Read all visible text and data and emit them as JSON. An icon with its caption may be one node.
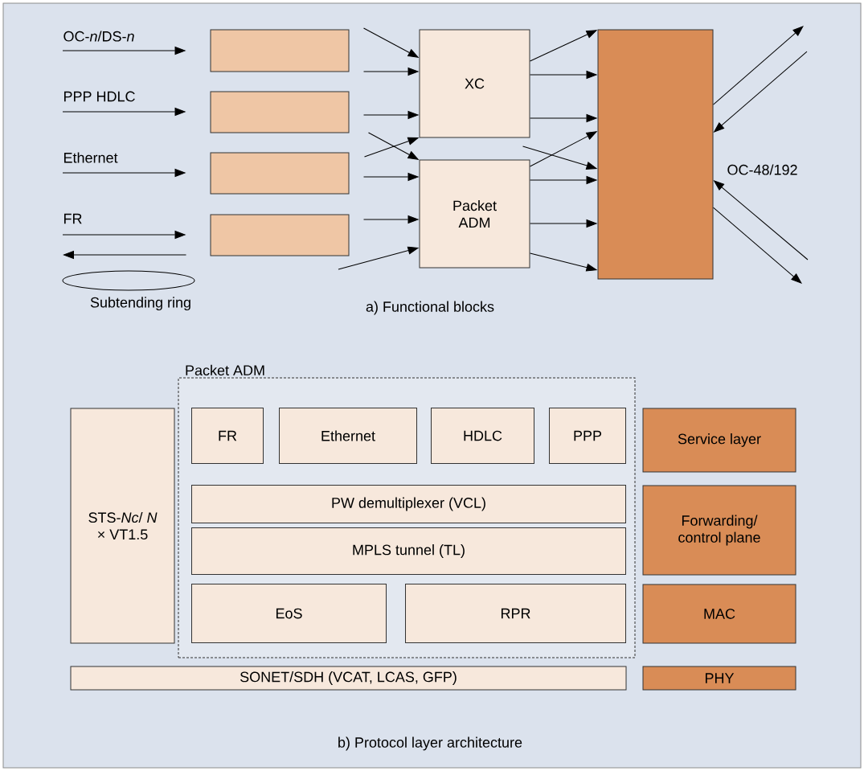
{
  "diagram": {
    "nodes": [
      {
        "text": [],
        "shape": "box"
      },
      {
        "text": [],
        "shape": "box"
      },
      {
        "text": [],
        "shape": "box"
      },
      {
        "text": [],
        "shape": "box"
      },
      {
        "text": [],
        "shape": "ellipse",
        "beside": [
          "Subtending ring"
        ]
      },
      {
        "text": [
          "XC"
        ]
      },
      {
        "text": [
          "Packet ADM"
        ]
      },
      {
        "text": [],
        "shape": "box"
      },
      {
        "text": [
          "STS-*Nc*/ *N* × VT1.5"
        ]
      },
      {
        "text": [
          "Packet ADM"
        ]
      },
      {
        "text": [
          "FR"
        ],
        "in": 9
      },
      {
        "text": [
          "Ethernet"
        ],
        "in": 9
      },
      {
        "text": [
          "HDLC"
        ],
        "in": 9
      },
      {
        "text": [
          "PPP"
        ],
        "in": 9
      },
      {
        "text": [
          "PW demultiplexer (VCL)"
        ],
        "in": 9
      },
      {
        "text": [
          "MPLS tunnel (TL)"
        ],
        "in": 9
      },
      {
        "text": [
          "EoS"
        ],
        "in": 9
      },
      {
        "text": [
          "RPR"
        ],
        "in": 9
      },
      {
        "text": [
          "Service layer"
        ]
      },
      {
        "text": [
          "Forwarding/ control plane"
        ]
      },
      {
        "text": [
          "MAC"
        ]
      },
      {
        "text": [
          "SONET/SDH (VCAT, LCAS, GFP)"
        ]
      },
      {
        "text": [
          "PHY"
        ]
      }
    ],
    "edges": [
      {
        "from": null,
        "to": 0,
        "arrow": "to"
      },
      {
        "from": null,
        "to": 1,
        "arrow": "to"
      },
      {
        "from": null,
        "to": 2,
        "arrow": "to"
      },
      {
        "from": null,
        "to": 3,
        "arrow": "to"
      },
      {
        "from": 3,
        "to": null,
        "arrow": "to"
      },
      {
        "from": 0,
        "to": 5,
        "arrow": "to"
      },
      {
        "from": 0,
        "to": 5,
        "arrow": "to"
      },
      {
        "from": 1,
        "to": 5,
        "arrow": "to"
      },
      {
        "from": 1,
        "to": 6,
        "arrow": "to"
      },
      {
        "from": 2,
        "to": 5,
        "arrow": "to"
      },
      {
        "from": 2,
        "to": 6,
        "arrow": "to"
      },
      {
        "from": 3,
        "to": 6,
        "arrow": "to"
      },
      {
        "from": null,
        "to": 6,
        "arrow": "to"
      },
      {
        "from": 5,
        "to": 7,
        "arrow": "to"
      },
      {
        "from": 5,
        "to": 7,
        "arrow": "to"
      },
      {
        "from": 5,
        "to": 7,
        "arrow": "to"
      },
      {
        "from": 5,
        "to": 7,
        "arrow": "to"
      },
      {
        "from": 6,
        "to": 7,
        "arrow": "to"
      },
      {
        "from": 6,
        "to": 7,
        "arrow": "to"
      },
      {
        "from": 6,
        "to": 7,
        "arrow": "to"
      },
      {
        "from": 6,
        "to": 7,
        "arrow": "to"
      },
      {
        "from": 7,
        "to": null,
        "arrow": "to"
      },
      {
        "from": null,
        "to": 7,
        "arrow": "to"
      },
      {
        "from": null,
        "to": 7,
        "arrow": "to"
      },
      {
        "from": 7,
        "to": null,
        "arrow": "to"
      }
    ],
    "labels": [
      "OC-*n*/DS-*n*",
      "PPP HDLC",
      "Ethernet",
      "FR",
      "OC-48/192",
      "a) Functional blocks",
      "b) Protocol layer architecture"
    ]
  }
}
